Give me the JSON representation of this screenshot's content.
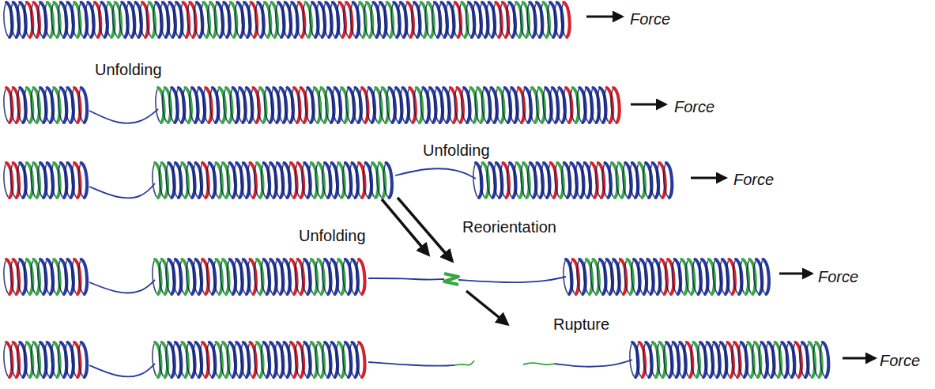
{
  "diagram": {
    "labels": [
      "Force",
      "Unfolding",
      "Force",
      "Unfolding",
      "Force",
      "Unfolding",
      "Reorientation",
      "Force",
      "Rupture",
      "Force"
    ]
  }
}
